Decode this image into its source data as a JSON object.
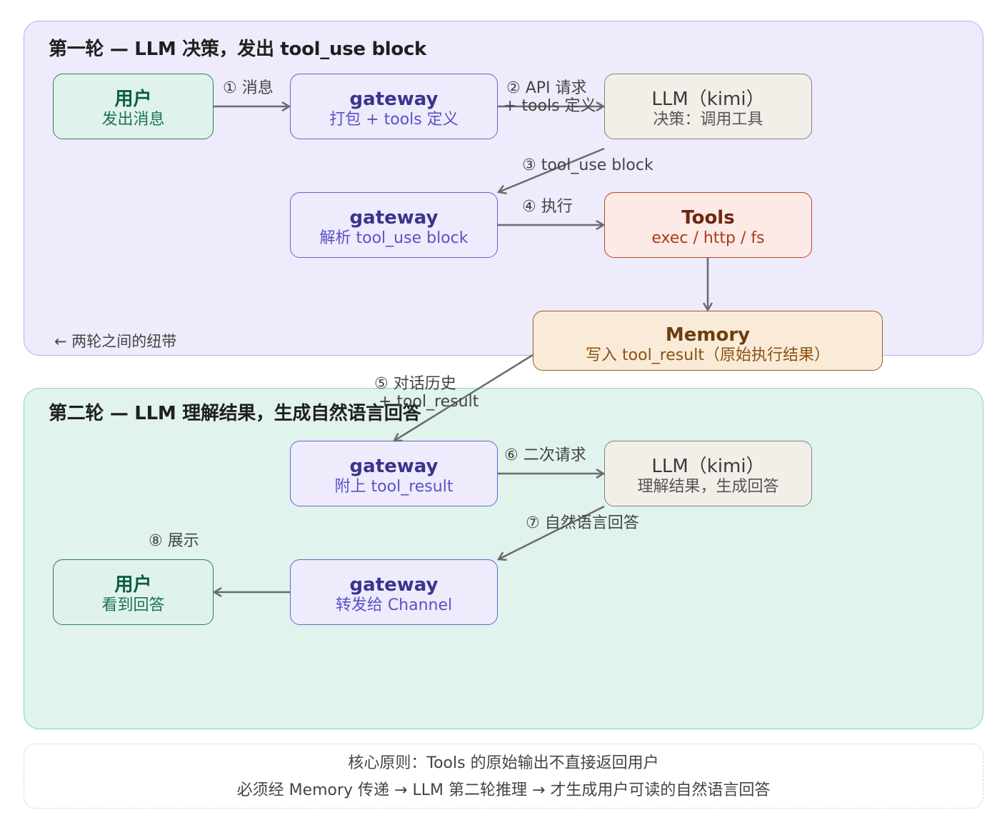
{
  "round1": {
    "title": "第一轮 — LLM 决策，发出 tool_use block",
    "ribbon_note": "← 两轮之间的纽带",
    "nodes": {
      "user": {
        "title": "用户",
        "subtitle": "发出消息"
      },
      "gateway_pack": {
        "title": "gateway",
        "subtitle": "打包 + tools 定义"
      },
      "llm": {
        "title": "LLM（kimi）",
        "subtitle": "决策：调用工具"
      },
      "gateway_parse": {
        "title": "gateway",
        "subtitle": "解析 tool_use block"
      },
      "tools": {
        "title": "Tools",
        "subtitle": "exec / http / fs"
      },
      "memory": {
        "title": "Memory",
        "subtitle": "写入 tool_result（原始执行结果）"
      }
    },
    "edges": {
      "e1": "① 消息",
      "e2_line1": "② API 请求",
      "e2_line2": "+ tools 定义",
      "e3": "③ tool_use block",
      "e4": "④ 执行"
    }
  },
  "round2": {
    "title": "第二轮 — LLM 理解结果，生成自然语言回答",
    "nodes": {
      "gateway_attach": {
        "title": "gateway",
        "subtitle": "附上 tool_result"
      },
      "llm": {
        "title": "LLM（kimi）",
        "subtitle": "理解结果，生成回答"
      },
      "gateway_forward": {
        "title": "gateway",
        "subtitle": "转发给 Channel"
      },
      "user": {
        "title": "用户",
        "subtitle": "看到回答"
      }
    },
    "edges": {
      "e5_line1": "⑤ 对话历史",
      "e5_line2": "+ tool_result",
      "e6": "⑥ 二次请求",
      "e7": "⑦ 自然语言回答",
      "e8": "⑧ 展示"
    }
  },
  "principle": {
    "line1": "核心原则：Tools 的原始输出不直接返回用户",
    "line2": "必须经 Memory 传递 → LLM 第二轮推理 → 才生成用户可读的自然语言回答"
  },
  "colors": {
    "round1_bg": "#edebfc",
    "round2_bg": "#e0f3ec",
    "user": "#0d5c3f",
    "gateway": "#3a338e",
    "llm": "#3a3a3a",
    "tools": "#6d2611",
    "memory": "#6a3e0e",
    "arrow": "#6b6b6b"
  }
}
